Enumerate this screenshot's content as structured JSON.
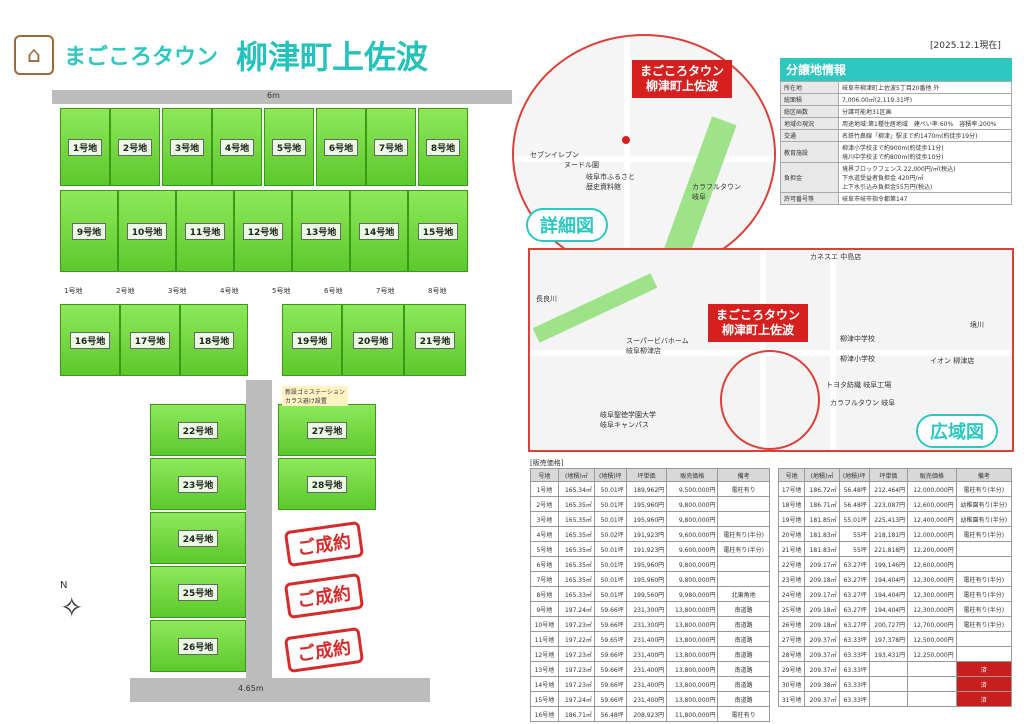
{
  "header": {
    "brand": "まごころタウン",
    "town": "柳津町上佐波",
    "date": "[2025.12.1現在]"
  },
  "plan": {
    "road_top": "6m",
    "road_bottom": "4.65m",
    "row_labels": [
      "1号地",
      "2号地",
      "3号地",
      "4号地",
      "5号地",
      "6号地",
      "7号地",
      "8号地"
    ],
    "lots": [
      "1号地",
      "2号地",
      "3号地",
      "4号地",
      "5号地",
      "6号地",
      "7号地",
      "8号地",
      "9号地",
      "10号地",
      "11号地",
      "12号地",
      "13号地",
      "14号地",
      "15号地",
      "16号地",
      "17号地",
      "18号地",
      "19号地",
      "20号地",
      "21号地",
      "22号地",
      "23号地",
      "24号地",
      "25号地",
      "26号地",
      "27号地",
      "28号地"
    ],
    "sold": "ご成約",
    "station": "新設ゴミステーション",
    "station2": "カラス避け設置"
  },
  "detail": {
    "marker": "まごころタウン\n柳津町上佐波",
    "label": "詳細図",
    "places": [
      "セブンイレブン",
      "ヌードル園",
      "岐阜市ふるさと\n歴史資料館",
      "カラフルタウン\n岐阜"
    ]
  },
  "wide": {
    "marker": "まごころタウン\n柳津町上佐波",
    "label": "広域図",
    "places": [
      "カネスエ 中島店",
      "長良川",
      "スーパービバホーム\n岐阜柳津店",
      "柳津中学校",
      "柳津小学校",
      "イオン 柳津店",
      "トヨタ紡織 岐阜工場",
      "カラフルタウン 岐阜",
      "岐阜聖徳学園大学\n岐阜キャンパス",
      "境川"
    ]
  },
  "info": {
    "title": "分譲地情報",
    "rows": [
      [
        "所在地",
        "岐阜市柳津町上佐波5丁目20番他 外"
      ],
      [
        "総面積",
        "7,006.00㎡(2,119.31坪)"
      ],
      [
        "総区画数",
        "分譲可能地31区画"
      ],
      [
        "地域の現況",
        "用途地域:第1種住居地域　建ぺい率:60%　容積率:200%"
      ],
      [
        "交通",
        "名鉄竹鼻線「柳津」駅まで約1470m(約徒歩19分)"
      ],
      [
        "教育施設",
        "柳津小学校まで約900m(約徒歩11分)\n境川中学校まで約800m(約徒歩10分)"
      ],
      [
        "負担金",
        "境界ブロックフェンス 22,000円/㎡(税込)\n下水道受益者負担金 420円/㎡\n上下水引込み負担金55万円(税込)"
      ],
      [
        "許可番号等",
        "岐阜市岐市指令都第147"
      ]
    ]
  },
  "price_title": "[販売価格]",
  "price_headers": [
    "号地",
    "(地積)㎡",
    "(地積)坪",
    "坪単価",
    "販売価格",
    "備考"
  ],
  "priceL": [
    [
      "1号地",
      "165.34㎡",
      "50.01坪",
      "189,962円",
      "9,500,000円",
      "電柱有り"
    ],
    [
      "2号地",
      "165.35㎡",
      "50.01坪",
      "195,960円",
      "9,800,000円",
      ""
    ],
    [
      "3号地",
      "165.35㎡",
      "50.01坪",
      "195,960円",
      "9,800,000円",
      ""
    ],
    [
      "4号地",
      "165.35㎡",
      "50.02坪",
      "191,923円",
      "9,600,000円",
      "電柱有り(半分)"
    ],
    [
      "5号地",
      "165.35㎡",
      "50.01坪",
      "191,923円",
      "9,600,000円",
      "電柱有り(半分)"
    ],
    [
      "6号地",
      "165.35㎡",
      "50.01坪",
      "195,960円",
      "9,800,000円",
      ""
    ],
    [
      "7号地",
      "165.35㎡",
      "50.01坪",
      "195,960円",
      "9,800,000円",
      ""
    ],
    [
      "8号地",
      "165.33㎡",
      "50.01坪",
      "199,560円",
      "9,980,000円",
      "北東角地"
    ],
    [
      "9号地",
      "197.24㎡",
      "59.66坪",
      "231,300円",
      "13,800,000円",
      "南道路"
    ],
    [
      "10号地",
      "197.23㎡",
      "59.66坪",
      "231,300円",
      "13,800,000円",
      "南道路"
    ],
    [
      "11号地",
      "197.22㎡",
      "59.65坪",
      "231,400円",
      "13,800,000円",
      "南道路"
    ],
    [
      "12号地",
      "197.23㎡",
      "59.66坪",
      "231,400円",
      "13,800,000円",
      "南道路"
    ],
    [
      "13号地",
      "197.23㎡",
      "59.66坪",
      "231,400円",
      "13,800,000円",
      "南道路"
    ],
    [
      "14号地",
      "197.23㎡",
      "59.66坪",
      "231,400円",
      "13,800,000円",
      "南道路"
    ],
    [
      "15号地",
      "197.24㎡",
      "59.66坪",
      "231,400円",
      "13,800,000円",
      "南道路"
    ],
    [
      "16号地",
      "186.71㎡",
      "56.48坪",
      "208,923円",
      "11,800,000円",
      "電柱有り"
    ]
  ],
  "priceR": [
    [
      "17号地",
      "186.72㎡",
      "56.48坪",
      "212,464円",
      "12,000,000円",
      "電柱有り(半分)"
    ],
    [
      "18号地",
      "186.71㎡",
      "56.48坪",
      "223,087円",
      "12,600,000円",
      "幼稚園有り(半分)"
    ],
    [
      "19号地",
      "181.85㎡",
      "55.01坪",
      "225,413円",
      "12,400,000円",
      "幼稚園有り(半分)"
    ],
    [
      "20号地",
      "181.83㎡",
      "55坪",
      "218,181円",
      "12,000,000円",
      "電柱有り(半分)"
    ],
    [
      "21号地",
      "181.83㎡",
      "55坪",
      "221,818円",
      "12,200,000円",
      ""
    ],
    [
      "22号地",
      "209.17㎡",
      "63.27坪",
      "199,146円",
      "12,600,000円",
      ""
    ],
    [
      "23号地",
      "209.18㎡",
      "63.27坪",
      "194,404円",
      "12,300,000円",
      "電柱有り(半分)"
    ],
    [
      "24号地",
      "209.17㎡",
      "63.27坪",
      "194,404円",
      "12,300,000円",
      "電柱有り(半分)"
    ],
    [
      "25号地",
      "209.18㎡",
      "63.27坪",
      "194,404円",
      "12,300,000円",
      "電柱有り(半分)"
    ],
    [
      "26号地",
      "209.18㎡",
      "63.27坪",
      "200,727円",
      "12,700,000円",
      "電柱有り(半分)"
    ],
    [
      "27号地",
      "209.37㎡",
      "63.33坪",
      "197,378円",
      "12,500,000円",
      ""
    ],
    [
      "28号地",
      "209.37㎡",
      "63.33坪",
      "193,431円",
      "12,250,000円",
      ""
    ],
    [
      "29号地",
      "209.37㎡",
      "63.33坪",
      "",
      "",
      "済"
    ],
    [
      "30号地",
      "209.38㎡",
      "63.33坪",
      "",
      "",
      "済"
    ],
    [
      "31号地",
      "209.37㎡",
      "63.33坪",
      "",
      "",
      "済"
    ]
  ]
}
